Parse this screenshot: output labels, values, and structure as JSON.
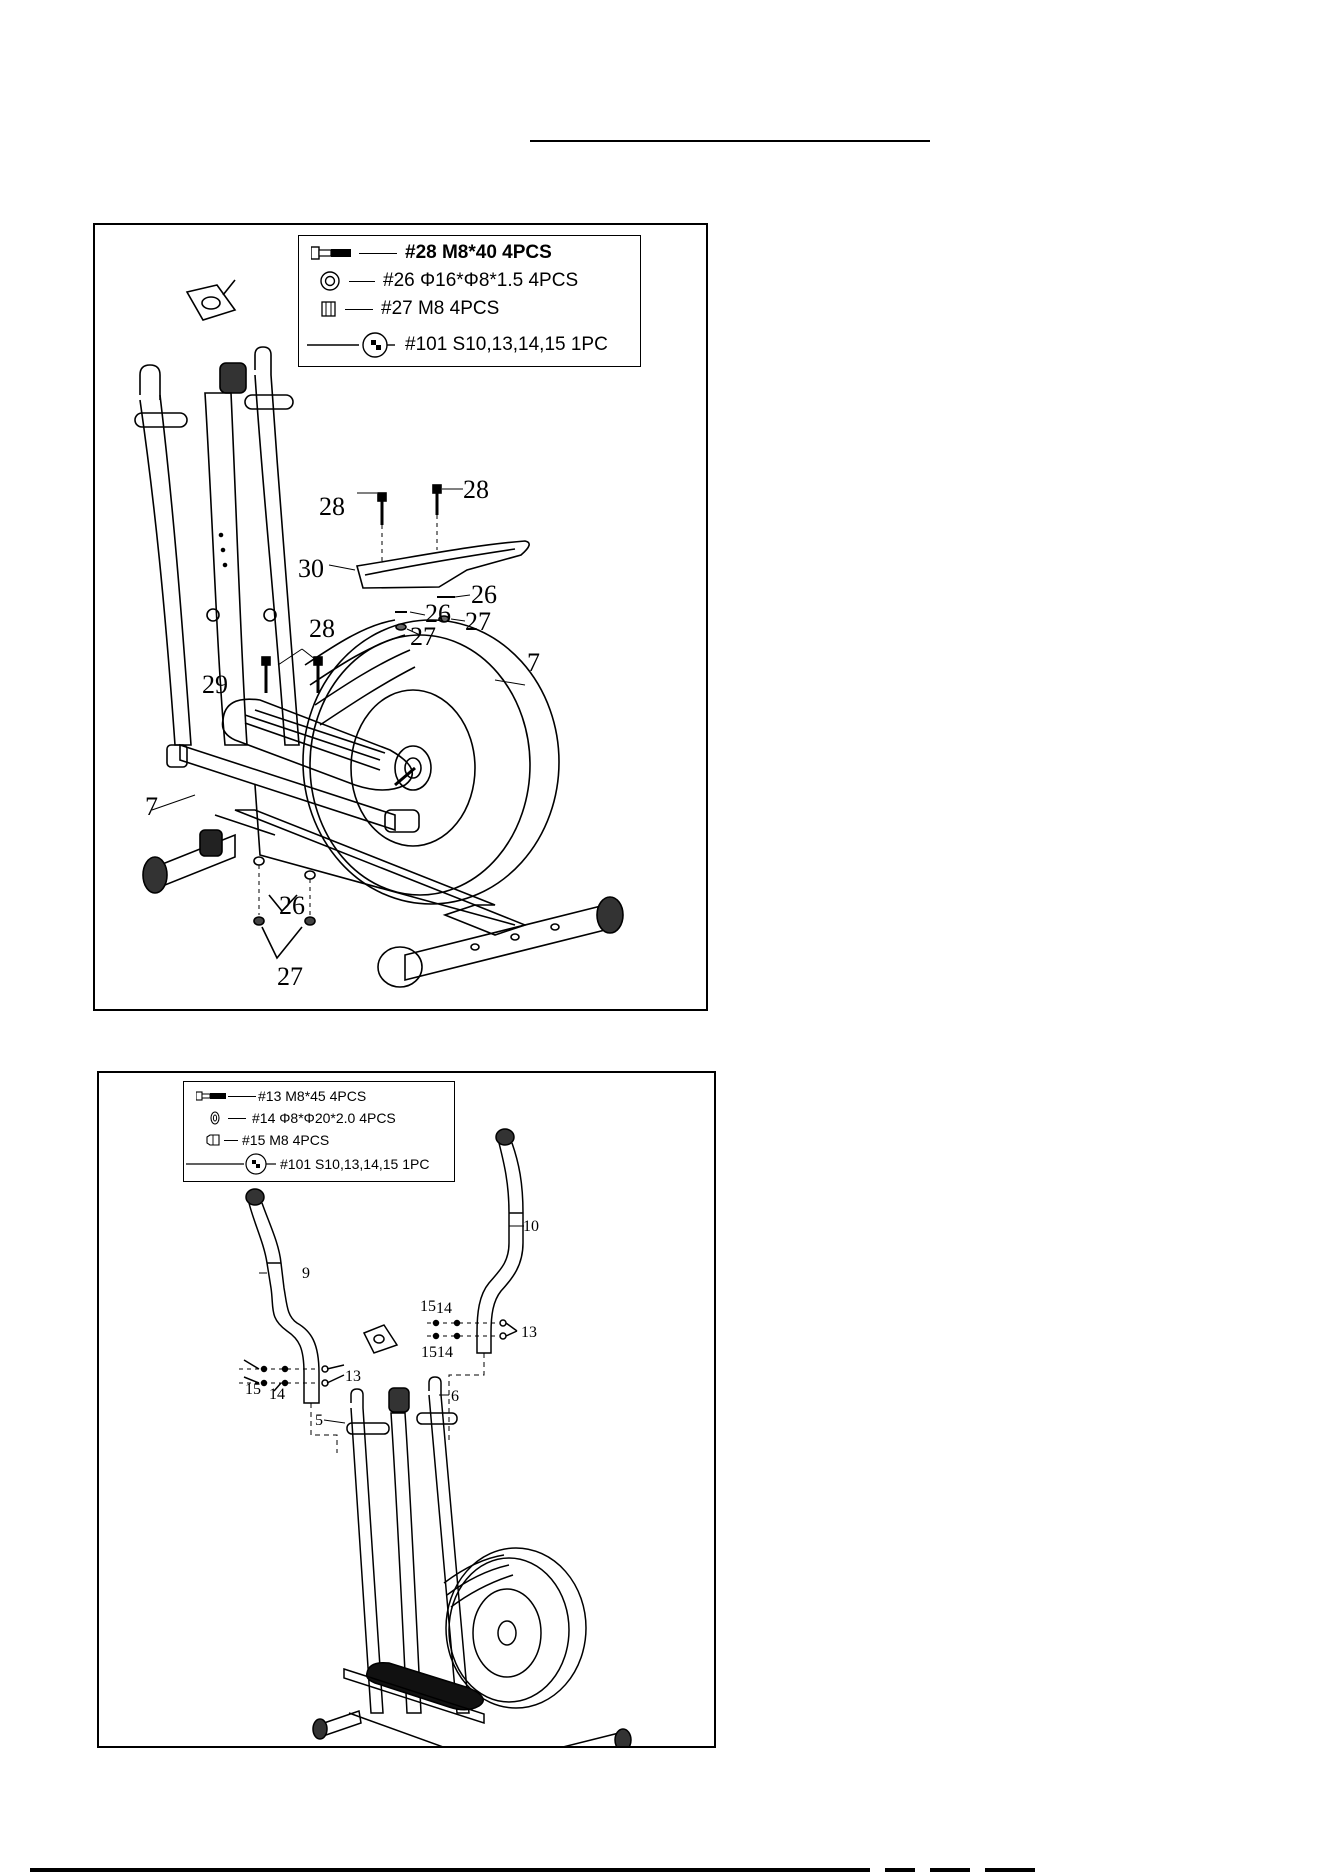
{
  "step1": {
    "hardware": [
      {
        "label": "#28 M8*40 4PCS",
        "icon": "bolt-icon"
      },
      {
        "label": "#26 Φ16*Φ8*1.5 4PCS",
        "icon": "washer-icon"
      },
      {
        "label": "#27 M8 4PCS",
        "icon": "nut-icon"
      },
      {
        "label": "#101 S10,13,14,15 1PC",
        "icon": "wrench-icon"
      }
    ],
    "callouts": {
      "c28a": "28",
      "c28b": "28",
      "c28c": "28",
      "c30": "30",
      "c26a": "26",
      "c26b": "26",
      "c26c": "26",
      "c27a": "27",
      "c27b": "27",
      "c27c": "27",
      "c7a": "7",
      "c7b": "7",
      "c29": "29"
    }
  },
  "step2": {
    "hardware": [
      {
        "label": "#13 M8*45 4PCS",
        "icon": "bolt-icon"
      },
      {
        "label": "#14 Φ8*Φ20*2.0 4PCS",
        "icon": "washer-icon"
      },
      {
        "label": "#15 M8 4PCS",
        "icon": "nut-icon"
      },
      {
        "label": "#101 S10,13,14,15 1PC",
        "icon": "wrench-icon"
      }
    ],
    "callouts": {
      "c10": "10",
      "c9": "9",
      "c15a": "15",
      "c14a": "14",
      "c13a": "13",
      "c15b": "15",
      "c14b": "14",
      "c15c": "15",
      "c14c": "14",
      "c13b": "13",
      "c5": "5",
      "c6": "6"
    }
  }
}
